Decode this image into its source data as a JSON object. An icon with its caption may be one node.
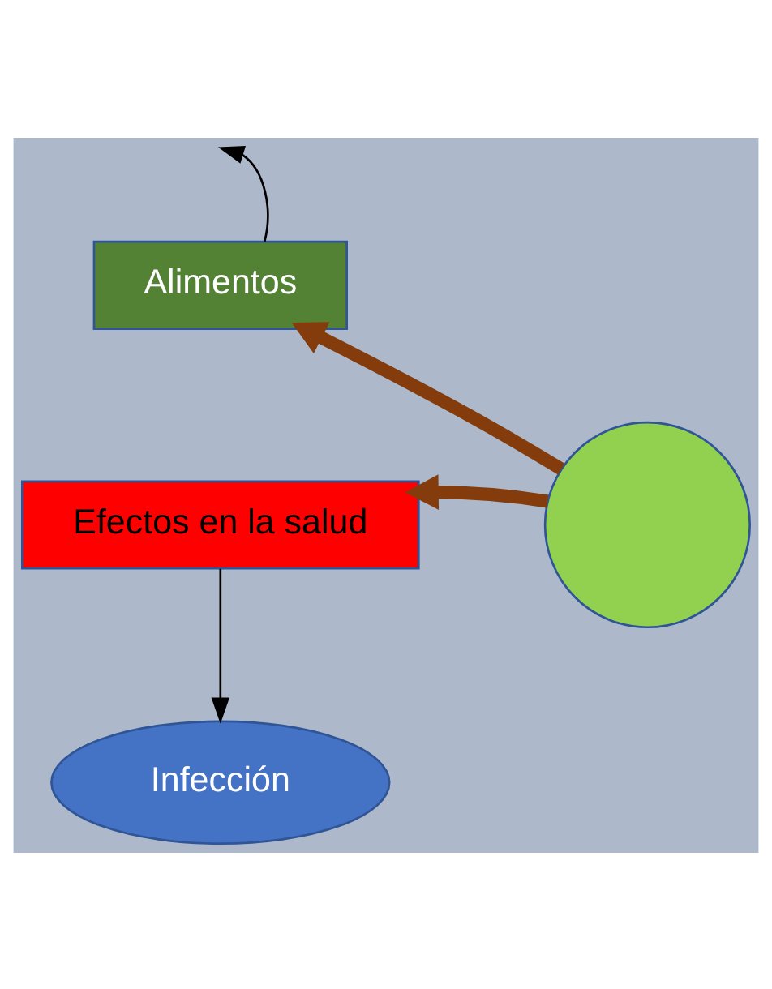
{
  "diagram": {
    "nodes": [
      {
        "text": [
          "Alimentos"
        ]
      },
      {
        "text": [],
        "shape": "circle"
      },
      {
        "text": [
          "Efectos en la salud"
        ]
      },
      {
        "text": [
          "Infección"
        ]
      }
    ],
    "edges": [
      {
        "from": 0,
        "to": null,
        "arrow": "to"
      },
      {
        "from": 1,
        "to": 0,
        "arrow": "to",
        "style": "thick",
        "color": "#843c0c"
      },
      {
        "from": 1,
        "to": 2,
        "arrow": "to",
        "style": "thick",
        "color": "#843c0c"
      },
      {
        "from": 2,
        "to": 3,
        "arrow": "to"
      }
    ]
  }
}
